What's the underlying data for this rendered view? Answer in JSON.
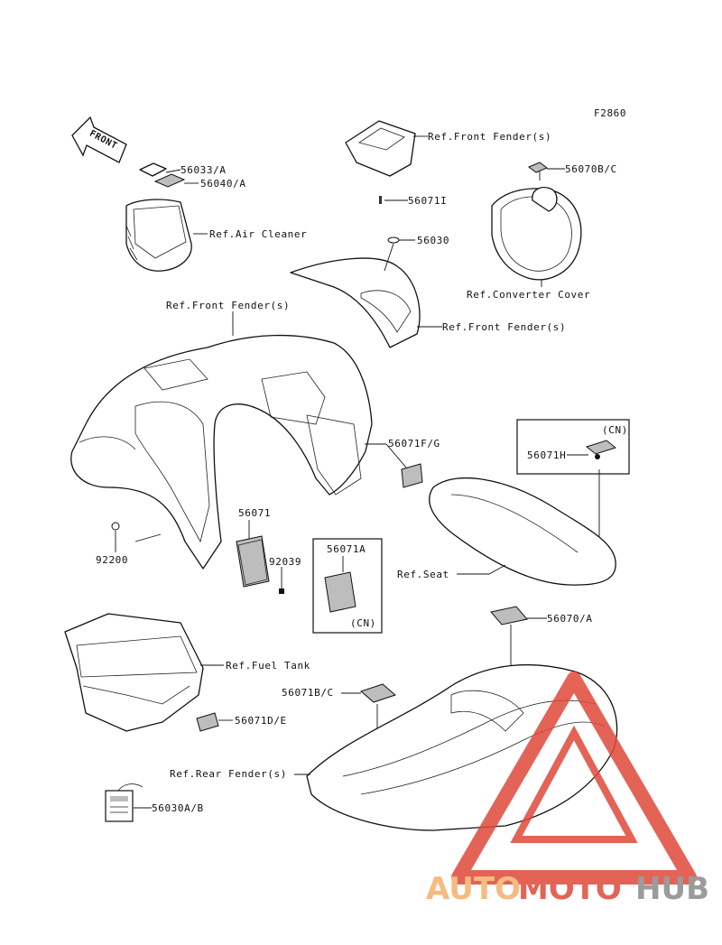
{
  "figure_code": "F2860",
  "front_arrow": "FRONT",
  "labels": {
    "l56033A": "56033/A",
    "l56040A": "56040/A",
    "refAirCleaner": "Ref.Air Cleaner",
    "refFrontFenderTop": "Ref.Front Fender(s)",
    "l56071I": "56071I",
    "l56070BC": "56070B/C",
    "l56030": "56030",
    "refConverterCover": "Ref.Converter Cover",
    "refFrontFenderLeft": "Ref.Front Fender(s)",
    "refFrontFenderRight": "Ref.Front Fender(s)",
    "l56071FG": "56071F/G",
    "cnTop": "(CN)",
    "l56071H": "56071H",
    "l56071": "56071",
    "l56071A": "56071A",
    "cnBox": "(CN)",
    "l92200": "92200",
    "l92039": "92039",
    "refSeat": "Ref.Seat",
    "l56070A": "56070/A",
    "refFuelTank": "Ref.Fuel Tank",
    "l56071BC": "56071B/C",
    "l56071DE": "56071D/E",
    "refRearFender": "Ref.Rear Fender(s)",
    "l56030AB": "56030A/B"
  },
  "watermark": {
    "part1": "AUTO",
    "part2": "MOTO",
    "part3": "HUB",
    "color_orange": "#f5b06a",
    "color_red": "#e0483a",
    "color_gray": "#8a8a8a"
  }
}
